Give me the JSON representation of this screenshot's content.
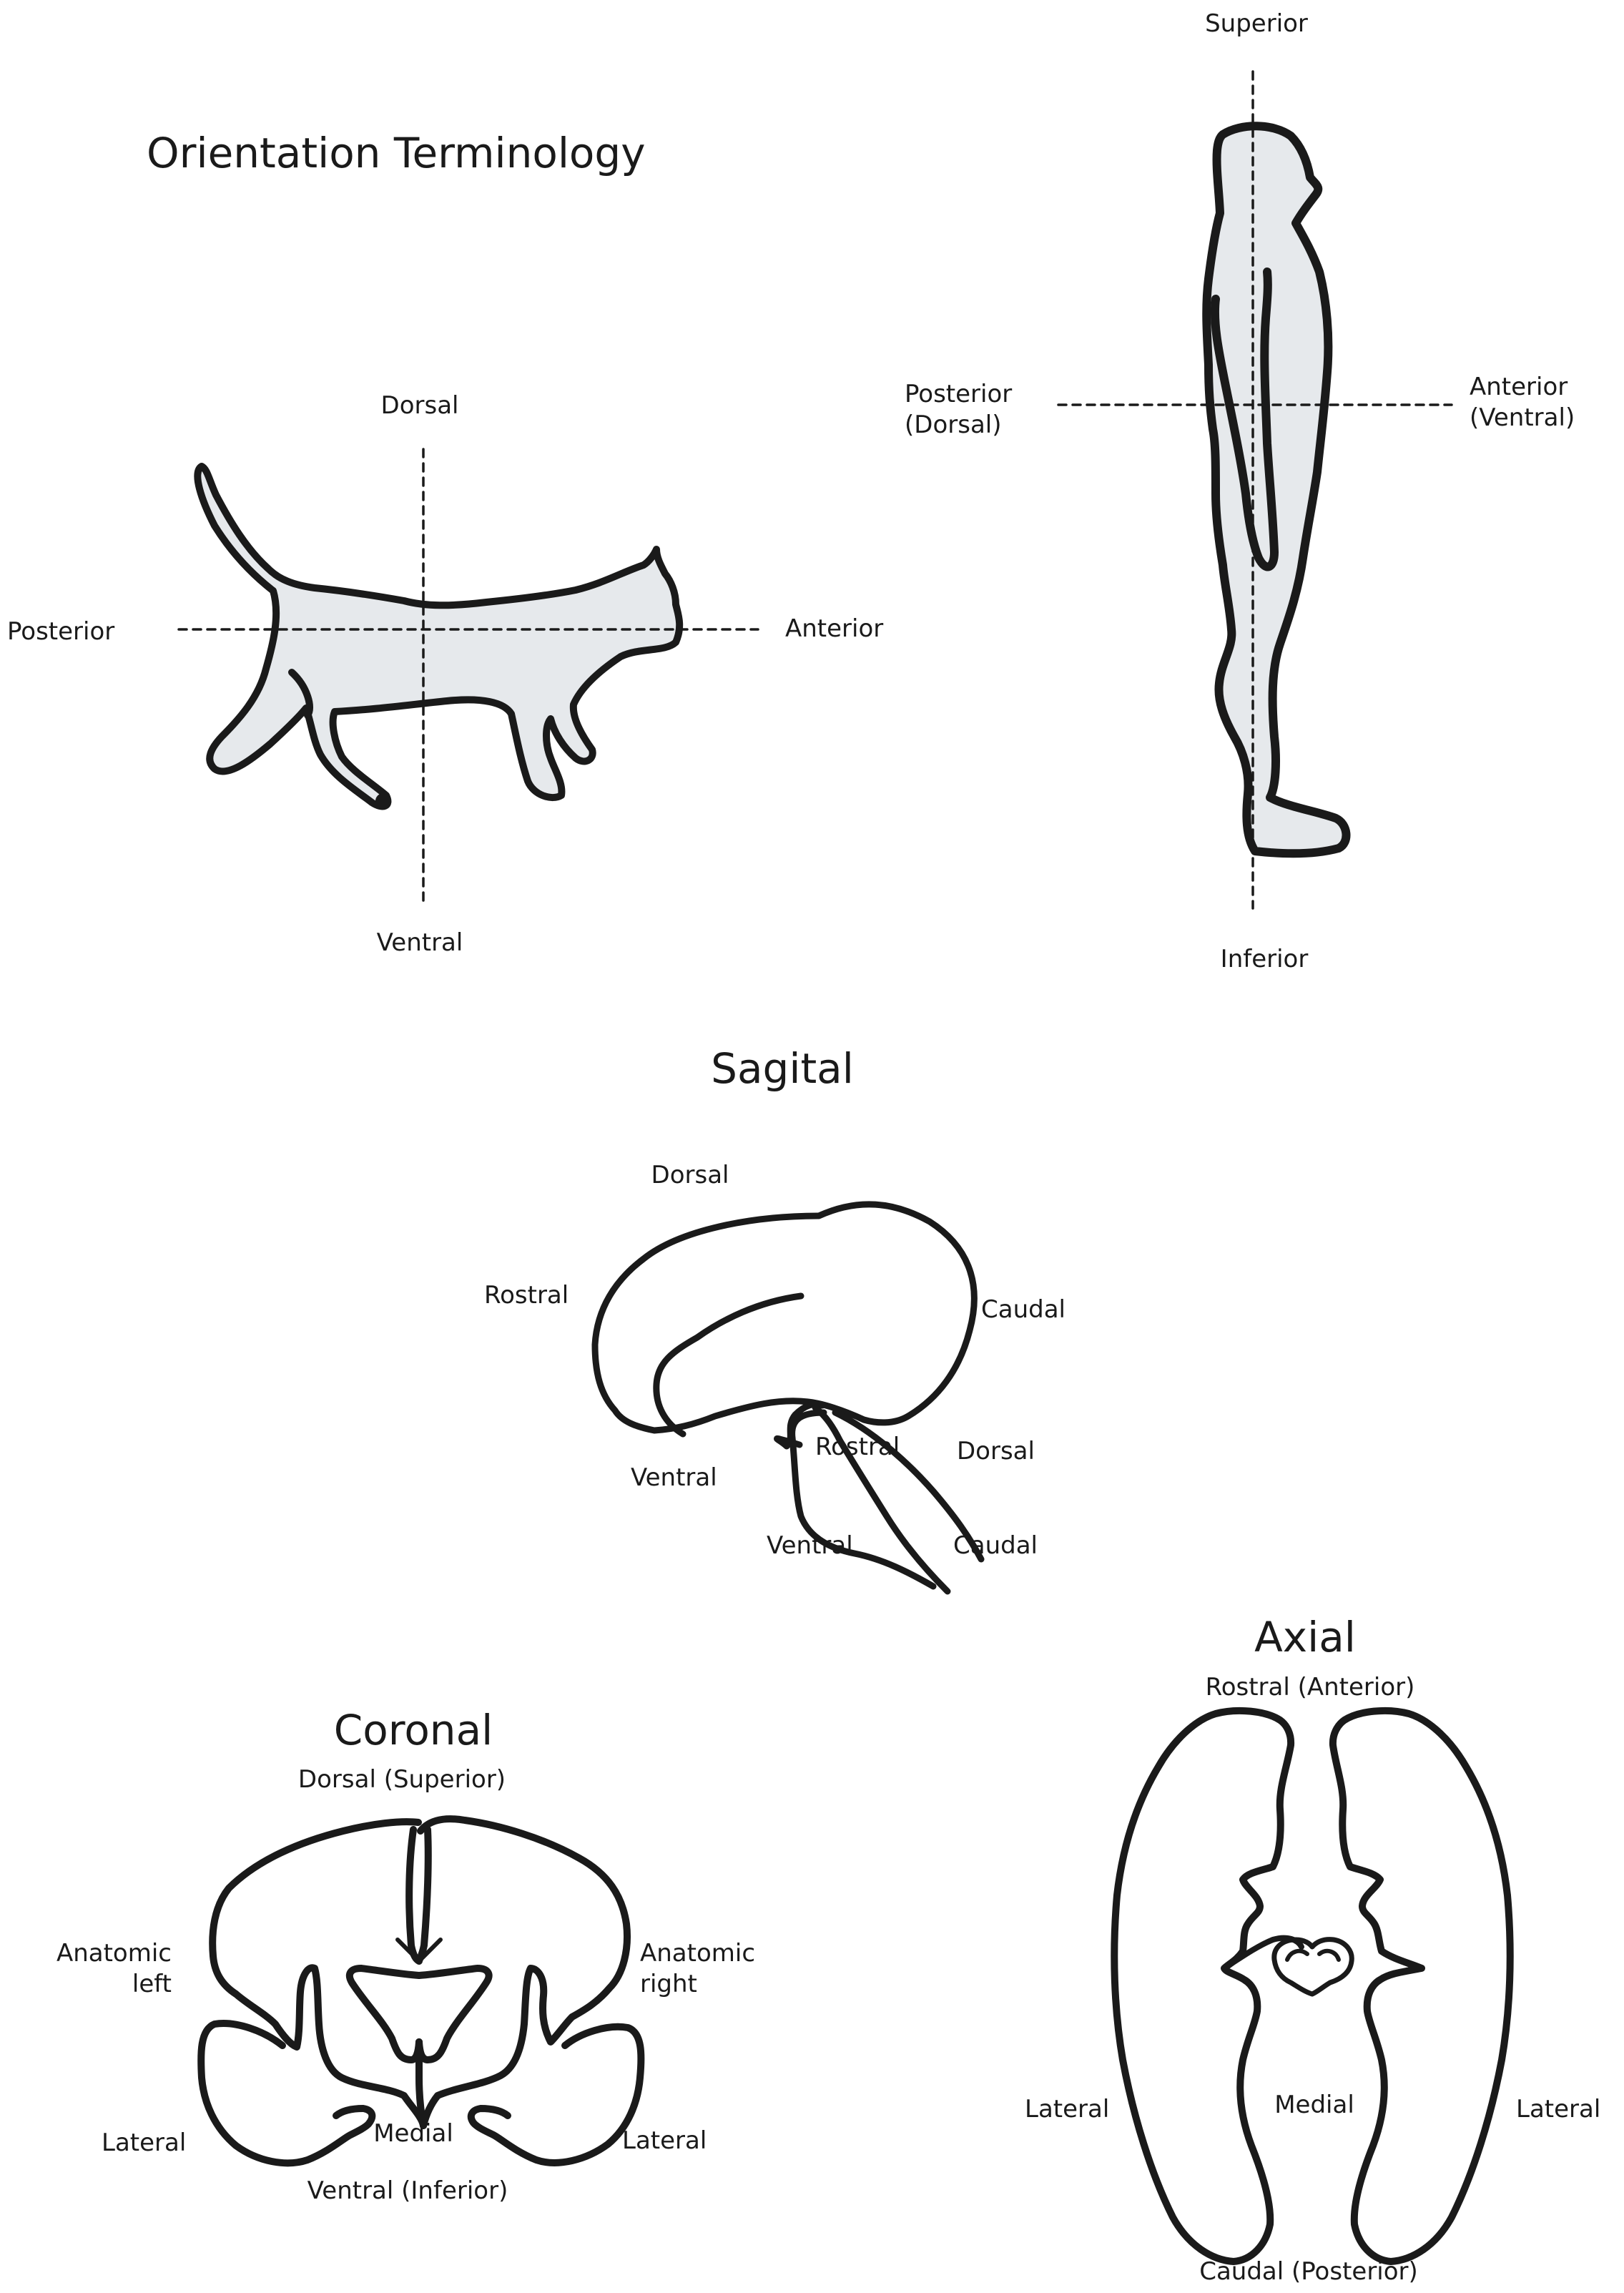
{
  "titles": {
    "orientation": "Orientation Terminology",
    "sagital": "Sagital",
    "coronal": "Coronal",
    "axial": "Axial"
  },
  "cat": {
    "dorsal": "Dorsal",
    "ventral": "Ventral",
    "posterior": "Posterior",
    "anterior": "Anterior"
  },
  "human": {
    "superior": "Superior",
    "inferior": "Inferior",
    "posterior_line1": "Posterior",
    "posterior_line2": "(Dorsal)",
    "anterior_line1": "Anterior",
    "anterior_line2": "(Ventral)"
  },
  "sagital": {
    "dorsal": "Dorsal",
    "rostral": "Rostral",
    "caudal": "Caudal",
    "ventral": "Ventral",
    "stem_rostral": "Rostral",
    "stem_dorsal": "Dorsal",
    "stem_ventral": "Ventral",
    "stem_caudal": "Caudal"
  },
  "coronal": {
    "dorsal": "Dorsal (Superior)",
    "ventral": "Ventral (Inferior)",
    "left_line1": "Anatomic",
    "left_line2": "left",
    "right_line1": "Anatomic",
    "right_line2": "right",
    "lateral_left": "Lateral",
    "lateral_right": "Lateral",
    "medial": "Medial"
  },
  "axial": {
    "rostral": "Rostral (Anterior)",
    "caudal": "Caudal (Posterior)",
    "lateral_left": "Lateral",
    "lateral_right": "Lateral",
    "medial": "Medial"
  },
  "colors": {
    "outline": "#1a1a1a",
    "body_fill": "#e6e9ec",
    "background": "#ffffff"
  }
}
